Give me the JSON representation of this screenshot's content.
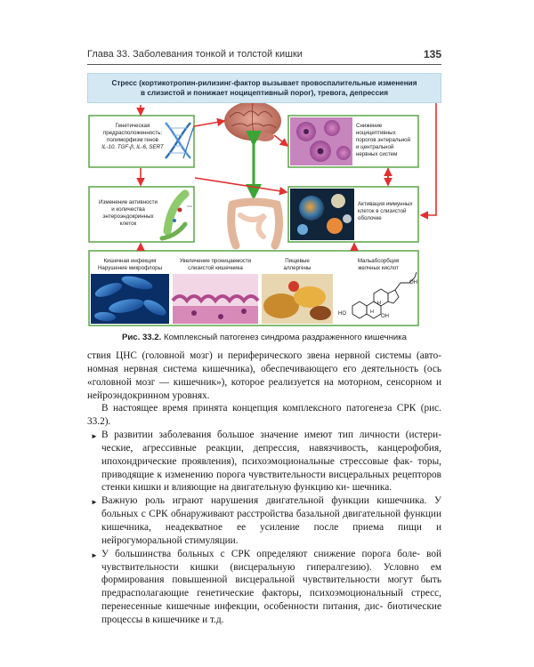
{
  "header": {
    "chapter": "Глава 33. Заболевания тонкой и толстой кишки",
    "page_number": "135"
  },
  "figure": {
    "top_box": {
      "line1": "Стресс (кортикотропин-рилизинг-фактор вызывает провоспалительные изменения",
      "line2": "в слизистой и понижает ноцицептивный порог), тревога, депрессия"
    },
    "genetics": {
      "line1": "Генетическая",
      "line2": "предрасположенность:",
      "line3": "полиморфизм генов",
      "line4": "IL-10, TGF-β, IL-6, SERT"
    },
    "nociceptive": {
      "line1": "Снижение",
      "line2": "ноцицептивных",
      "line3": "порогов энтеральной",
      "line4": "и центральной",
      "line5": "нервных систем"
    },
    "enteroendocrine": {
      "line1": "Изменение активности",
      "line2": "и количества",
      "line3": "энтероэндокринных",
      "line4": "клеток"
    },
    "immune": {
      "line1": "Активация иммунных",
      "line2": "клеток в слизистой",
      "line3": "оболочке"
    },
    "bottom_labels": [
      {
        "line1": "Кишечная инфекция",
        "line2": "Нарушение микрофлоры"
      },
      {
        "line1": "Увеличение проницаемости",
        "line2": "слизистой кишечника"
      },
      {
        "line1": "Пищевые",
        "line2": "аллергены"
      },
      {
        "line1": "Мальабсорбция",
        "line2": "желчных кислот"
      }
    ],
    "chem_labels": {
      "oh": "OH",
      "h": "H",
      "ho": "HO"
    }
  },
  "caption": {
    "label": "Рис. 33.2.",
    "text": "Комплексный патогенез синдрома раздраженного кишечника"
  },
  "body": {
    "para1": [
      "ствия ЦНС (головной мозг) и периферического звена нервной системы (авто-",
      "номная нервная система кишечника), обеспечивающего его деятельность (ось",
      "«головной мозг — кишечник»), которое реализуется на моторном, сенсорном",
      "и нейроэндокринном уровнях."
    ],
    "para2": [
      "В настоящее время принята концепция комплексного патогенеза СРК",
      "(рис. 33.2)."
    ],
    "bullets": [
      [
        "В развитии заболевания большое значение имеют тип личности (истери-",
        "ческие, агрессивные реакции, депрессия, навязчивость, канцерофобия,",
        "ипохондрические проявления), психоэмоциональные стрессовые фак-",
        "торы, приводящие к изменению порога чувствительности висцеральных",
        "рецепторов стенки кишки и влияющие на двигательную функцию ки-",
        "шечника."
      ],
      [
        "Важную роль играют нарушения двигательной функции кишечника.",
        "У больных с СРК обнаруживают расстройства базальной двигательной",
        "функции кишечника, неадекватное ее усиление после приема пищи",
        "и нейрогуморальной стимуляции."
      ],
      [
        "У большинства больных с СРК определяют снижение порога боле-",
        "вой чувствительности кишки (висцеральную гипералгезию). Условно",
        "ем формирования повышенной висцеральной чувствительности могут",
        "быть предрасполагающие генетические факторы, психоэмоциональный",
        "стресс, перенесенные кишечные инфекции, особенности питания, дис-",
        "биотические процессы в кишечнике и т.д."
      ]
    ]
  }
}
